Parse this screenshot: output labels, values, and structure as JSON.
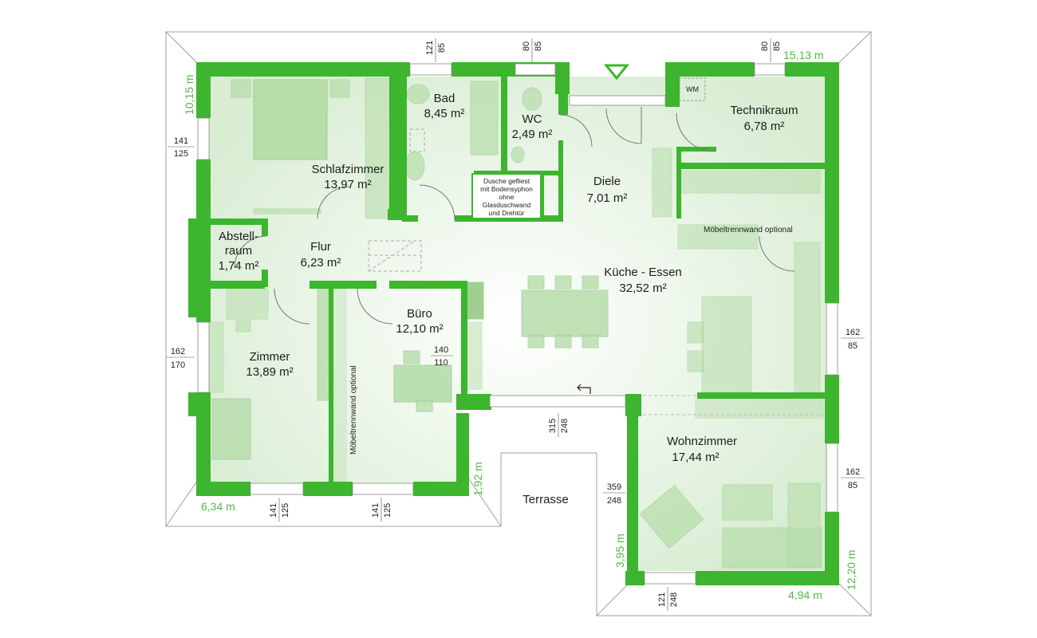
{
  "rooms": {
    "schlafzimmer": {
      "name": "Schlafzimmer",
      "area": "13,97 m²"
    },
    "bad": {
      "name": "Bad",
      "area": "8,45 m²"
    },
    "wc": {
      "name": "WC",
      "area": "2,49 m²"
    },
    "diele": {
      "name": "Diele",
      "area": "7,01 m²"
    },
    "technikraum": {
      "name": "Technikraum",
      "area": "6,78 m²"
    },
    "abstellraum": {
      "name1": "Abstell-",
      "name2": "raum",
      "area": "1,74 m²"
    },
    "flur": {
      "name": "Flur",
      "area": "6,23 m²"
    },
    "kueche_essen": {
      "name": "Küche - Essen",
      "area": "32,52 m²"
    },
    "buero": {
      "name": "Büro",
      "area": "12,10 m²"
    },
    "zimmer": {
      "name": "Zimmer",
      "area": "13,89 m²"
    },
    "wohnzimmer": {
      "name": "Wohnzimmer",
      "area": "17,44 m²"
    },
    "terrasse": {
      "name": "Terrasse"
    }
  },
  "notes": {
    "dusche": [
      "Dusche gefliest",
      "mit Bodensyphon",
      "ohne",
      "Glasduschwand",
      "und Drehtür"
    ],
    "moebeltrennwand_kueche": "Möbeltrennwand optional",
    "moebeltrennwand_buero": "Möbeltrennwand optional",
    "wm": "WM"
  },
  "dimensions": {
    "outer": {
      "top_left": "10,15 m",
      "top_right": "15,13 m",
      "bottom_left": "6,34 m",
      "terrace_left": "1,92 m",
      "terrace_bottom": "3,95 m",
      "bottom_right": "4,94 m",
      "right": "12,20 m"
    },
    "openings": {
      "bad_window": {
        "a": "121",
        "b": "85"
      },
      "wc_window": {
        "a": "80",
        "b": "85"
      },
      "technik_window": {
        "a": "80",
        "b": "85"
      },
      "schlaf_window": {
        "a": "141",
        "b": "125"
      },
      "zimmer_left_window": {
        "a": "162",
        "b": "170"
      },
      "zimmer_bottom_window": {
        "a": "141",
        "b": "125"
      },
      "buero_bottom_window": {
        "a": "141",
        "b": "125"
      },
      "kitchen_right_window": {
        "a": "162",
        "b": "85"
      },
      "wohn_right_window": {
        "a": "162",
        "b": "85"
      },
      "buero_inner": {
        "a": "140",
        "b": "110"
      },
      "terrace_door": {
        "a": "315",
        "b": "248"
      },
      "wohn_left_door": {
        "a": "359",
        "b": "248"
      },
      "wohn_bottom_window": {
        "a": "121",
        "b": "248"
      }
    }
  },
  "colors": {
    "wall": "#3db52e",
    "room_fill": "#f3f9f1",
    "room_shade": "#cfe8c8",
    "furniture": "#b3dca6",
    "dim_green": "#52b848",
    "roof_line": "#9a9a9a"
  }
}
